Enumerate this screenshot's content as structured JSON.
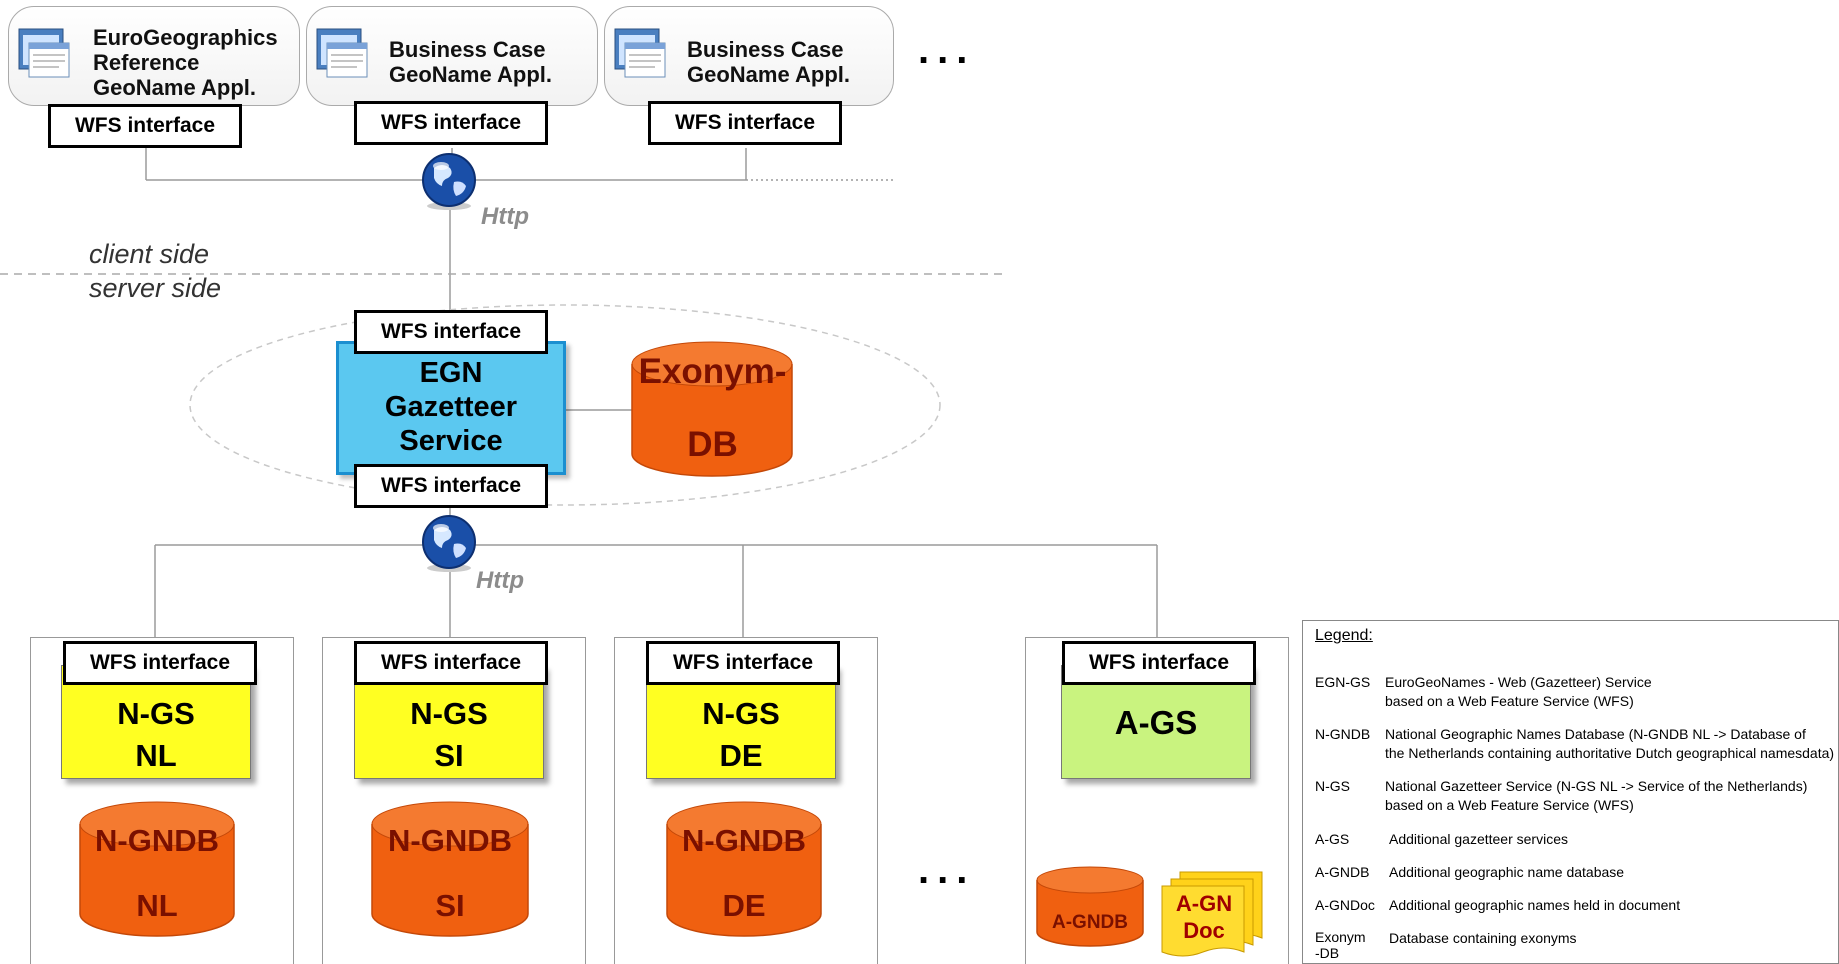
{
  "clients": [
    {
      "title": [
        "EuroGeographics",
        "Reference",
        "GeoName Appl."
      ],
      "interface": "WFS interface"
    },
    {
      "title": [
        "Business Case",
        "GeoName Appl."
      ],
      "interface": "WFS interface"
    },
    {
      "title": [
        "Business Case",
        "GeoName Appl."
      ],
      "interface": "WFS interface"
    }
  ],
  "ellipsis": "...",
  "protocol_label": "Http",
  "client_side_label": "client side",
  "server_side_label": "server side",
  "central_service": {
    "name_lines": [
      "EGN",
      "Gazetteer",
      "Service"
    ],
    "top_interface": "WFS interface",
    "bottom_interface": "WFS interface"
  },
  "exonym_db": {
    "line1": "Exonym-",
    "line2": "DB"
  },
  "national_services": [
    {
      "interface": "WFS interface",
      "service": [
        "N-GS",
        "NL"
      ],
      "db": [
        "N-GNDB",
        "NL"
      ]
    },
    {
      "interface": "WFS interface",
      "service": [
        "N-GS",
        "SI"
      ],
      "db": [
        "N-GNDB",
        "SI"
      ]
    },
    {
      "interface": "WFS interface",
      "service": [
        "N-GS",
        "DE"
      ],
      "db": [
        "N-GNDB",
        "DE"
      ]
    }
  ],
  "additional_service": {
    "interface": "WFS interface",
    "service": "A-GS",
    "db": "A-GNDB",
    "doc": [
      "A-GN",
      "Doc"
    ]
  },
  "colors": {
    "egn_fill": "#5bc8f0",
    "ngs_fill": "#ffff22",
    "ags_fill": "#c9f37f",
    "db_fill": "#f06010",
    "db_text": "#7a1000",
    "doc_fill": "#ffd21a"
  },
  "legend": {
    "title": "Legend:",
    "items": [
      {
        "abbr": "EGN-GS",
        "desc": [
          "EuroGeoNames - Web (Gazetteer) Service",
          "based on a Web Feature Service (WFS)"
        ]
      },
      {
        "abbr": "N-GNDB",
        "desc": [
          "National Geographic Names Database (N-GNDB NL -> Database of",
          "the Netherlands containing authoritative Dutch geographical namesdata)"
        ]
      },
      {
        "abbr": "N-GS",
        "desc": [
          "National Gazetteer Service (N-GS NL -> Service of the Netherlands)",
          "based on a Web Feature Service (WFS)"
        ]
      },
      {
        "abbr": "A-GS",
        "desc": [
          "Additional gazetteer services"
        ]
      },
      {
        "abbr": "A-GNDB",
        "desc": [
          "Additional geographic name database"
        ]
      },
      {
        "abbr": "A-GNDoc",
        "desc": [
          "Additional geographic names held in document"
        ]
      },
      {
        "abbr": "Exonym\n-DB",
        "desc": [
          "Database containing exonyms"
        ]
      }
    ]
  }
}
